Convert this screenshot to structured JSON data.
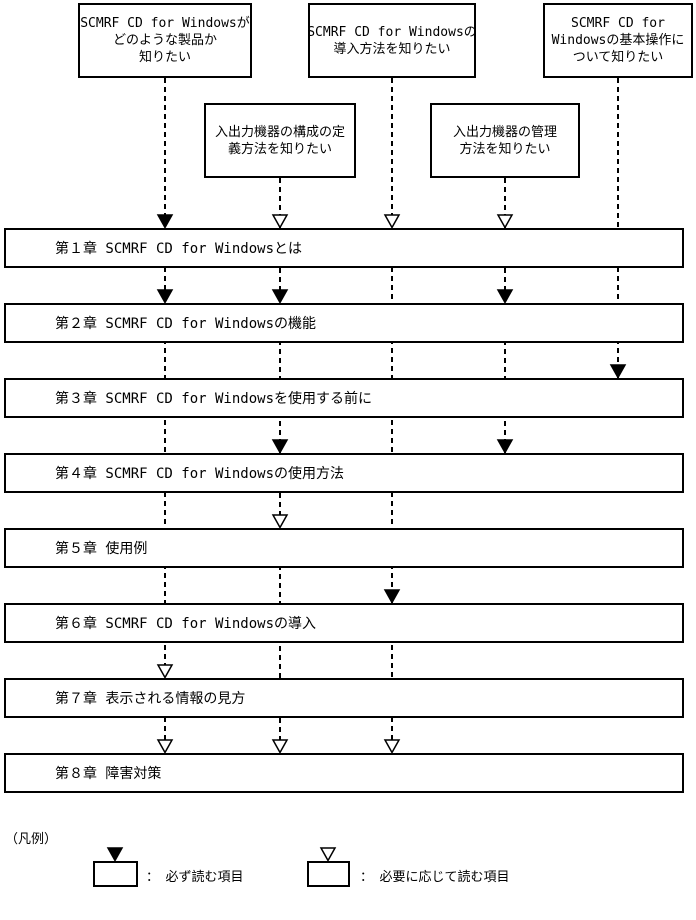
{
  "colors": {
    "ink": "#000000",
    "paper": "#ffffff"
  },
  "top_boxes": [
    {
      "name": "question-box-product-overview",
      "col": 1,
      "row": 1,
      "lines": [
        "SCMRF CD for Windowsが",
        "どのような製品か",
        "知りたい"
      ]
    },
    {
      "name": "question-box-io-config-definition",
      "col": 2,
      "row": 2,
      "lines": [
        "入出力機器の構成の定",
        "義方法を知りたい"
      ]
    },
    {
      "name": "question-box-installation",
      "col": 3,
      "row": 1,
      "lines": [
        "SCMRF CD for Windowsの",
        "導入方法を知りたい"
      ]
    },
    {
      "name": "question-box-io-management",
      "col": 4,
      "row": 2,
      "lines": [
        "入出力機器の管理",
        "方法を知りたい"
      ]
    },
    {
      "name": "question-box-basic-operation",
      "col": 5,
      "row": 1,
      "lines": [
        "SCMRF CD for",
        "Windowsの基本操作に",
        "ついて知りたい"
      ]
    }
  ],
  "chapters": [
    {
      "label": "第１章 SCMRF CD for Windowsとは",
      "arrows": [
        {
          "col": 1,
          "type": "filled"
        },
        {
          "col": 2,
          "type": "hollow"
        },
        {
          "col": 3,
          "type": "hollow"
        },
        {
          "col": 4,
          "type": "hollow"
        }
      ]
    },
    {
      "label": "第２章 SCMRF CD for Windowsの機能",
      "arrows": [
        {
          "col": 1,
          "type": "filled"
        },
        {
          "col": 2,
          "type": "filled"
        },
        {
          "col": 4,
          "type": "filled"
        }
      ]
    },
    {
      "label": "第３章 SCMRF CD for Windowsを使用する前に",
      "arrows": [
        {
          "col": 5,
          "type": "filled"
        }
      ]
    },
    {
      "label": "第４章 SCMRF CD for Windowsの使用方法",
      "arrows": [
        {
          "col": 2,
          "type": "filled"
        },
        {
          "col": 4,
          "type": "filled"
        }
      ]
    },
    {
      "label": "第５章 使用例",
      "arrows": [
        {
          "col": 2,
          "type": "hollow"
        }
      ]
    },
    {
      "label": "第６章 SCMRF CD for Windowsの導入",
      "arrows": [
        {
          "col": 3,
          "type": "filled"
        }
      ]
    },
    {
      "label": "第７章 表示される情報の見方",
      "arrows": [
        {
          "col": 1,
          "type": "hollow"
        }
      ]
    },
    {
      "label": "第８章 障害対策",
      "arrows": [
        {
          "col": 1,
          "type": "hollow"
        },
        {
          "col": 2,
          "type": "hollow"
        },
        {
          "col": 3,
          "type": "hollow"
        }
      ]
    }
  ],
  "legend": {
    "title": "（凡例）",
    "items": [
      {
        "arrow": "filled",
        "label": "：　必ず読む項目"
      },
      {
        "arrow": "hollow",
        "label": "：　必要に応じて読む項目"
      }
    ]
  }
}
